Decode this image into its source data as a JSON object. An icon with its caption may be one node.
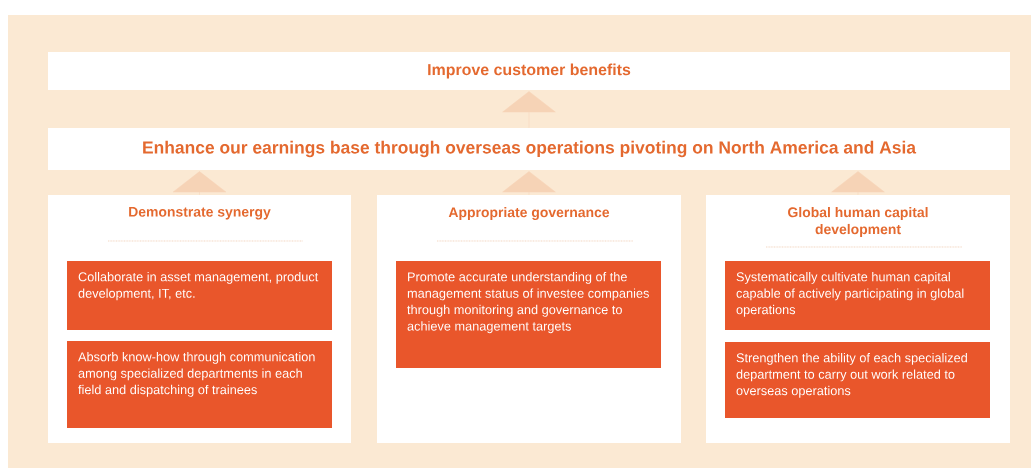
{
  "diagram": {
    "nodes": [
      {
        "text": [
          "Improve customer benefits"
        ]
      },
      {
        "text": [
          "Enhance our earnings base through overseas operations pivoting on North America and Asia"
        ]
      },
      {
        "text": [
          "Demonstrate synergy"
        ]
      },
      {
        "text": [
          "Collaborate in asset management, product development, IT, etc."
        ],
        "in": 2
      },
      {
        "text": [
          "Absorb know-how through communication among specialized departments in each field and dispatching of trainees"
        ],
        "in": 2
      },
      {
        "text": [
          "Appropriate governance"
        ]
      },
      {
        "text": [
          "Promote accurate understanding of the management status of investee companies through monitoring and governance to achieve management targets"
        ],
        "in": 5
      },
      {
        "text": [
          "Global human capital development"
        ]
      },
      {
        "text": [
          "Systematically cultivate human capital capable of actively participating in global operations"
        ],
        "in": 7
      },
      {
        "text": [
          "Strengthen the ability of each specialized department to carry out work related to overseas operations"
        ],
        "in": 7
      }
    ],
    "edges": [
      {
        "from": 1,
        "to": 0,
        "arrow": "to"
      },
      {
        "from": 2,
        "to": 1,
        "arrow": "to"
      },
      {
        "from": 5,
        "to": 1,
        "arrow": "to"
      },
      {
        "from": 7,
        "to": 1,
        "arrow": "to"
      }
    ]
  }
}
